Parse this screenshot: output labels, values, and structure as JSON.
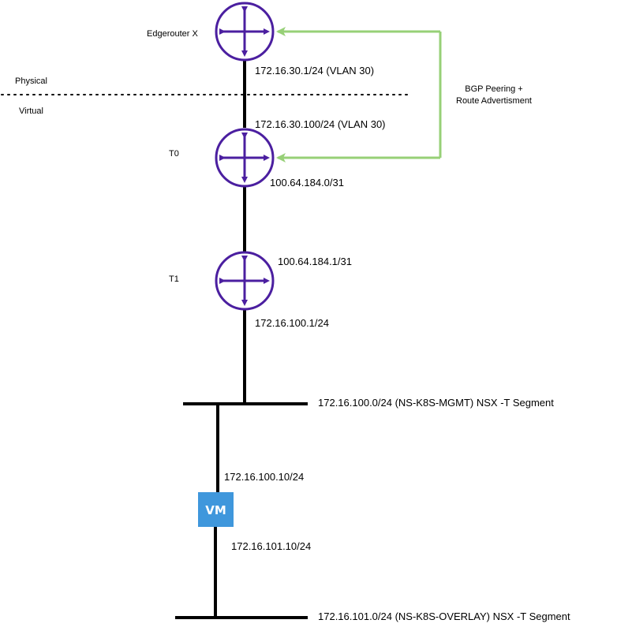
{
  "colors": {
    "router": "#4b1fa0",
    "bgp_arrow": "#97d077",
    "vm": "#3f97dc",
    "line": "#000000"
  },
  "zones": {
    "physical": "Physical",
    "virtual": "Virtual"
  },
  "routers": [
    {
      "id": "edgerouter",
      "name": "Edgerouter X",
      "icon": "router-icon"
    },
    {
      "id": "t0",
      "name": "T0",
      "icon": "router-icon"
    },
    {
      "id": "t1",
      "name": "T1",
      "icon": "router-icon"
    }
  ],
  "interfaces": {
    "edge_vlan30": "172.16.30.1/24 (VLAN 30)",
    "t0_vlan30": "172.16.30.100/24 (VLAN 30)",
    "t0_transit": "100.64.184.0/31",
    "t1_transit": "100.64.184.1/31",
    "t1_downlink": "172.16.100.1/24",
    "vm_mgmt": "172.16.100.10/24",
    "vm_overlay": "172.16.101.10/24"
  },
  "bgp": {
    "line1": "BGP Peering +",
    "line2": "Route Advertisment"
  },
  "segments": {
    "mgmt": "172.16.100.0/24 (NS-K8S-MGMT) NSX -T Segment",
    "overlay": "172.16.101.0/24 (NS-K8S-OVERLAY) NSX -T Segment"
  },
  "vm": {
    "label": "VM"
  }
}
